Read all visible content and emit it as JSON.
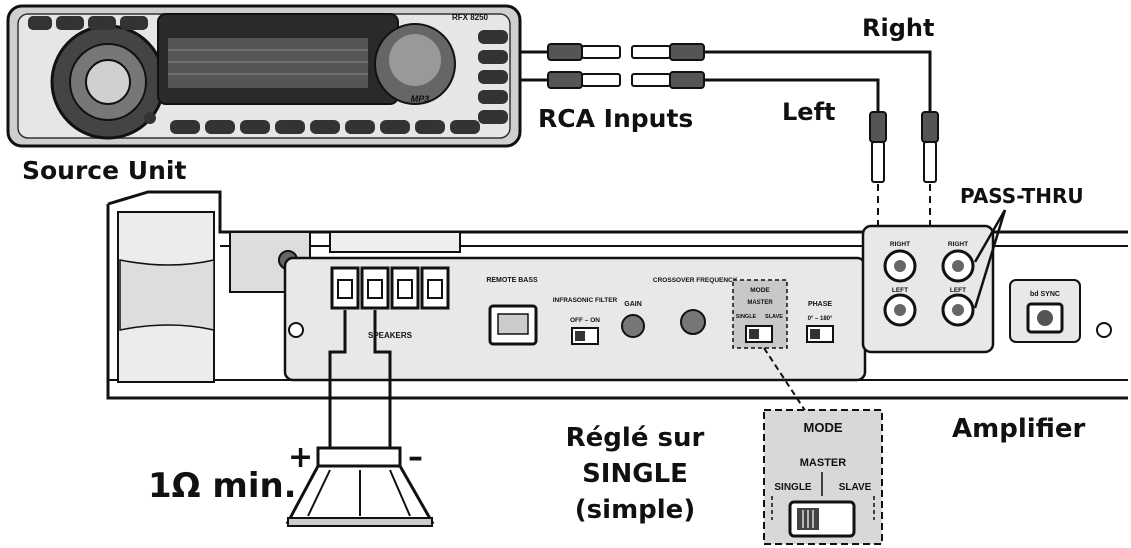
{
  "labels": {
    "source_unit": "Source Unit",
    "rca_inputs": "RCA Inputs",
    "right": "Right",
    "left": "Left",
    "pass_thru": "PASS-THRU",
    "amplifier": "Amplifier",
    "impedance": "1Ω min.",
    "plus": "+",
    "minus": "–",
    "caption_line1": "Réglé sur",
    "caption_line2": "SINGLE",
    "caption_line3": "(simple)"
  },
  "amp_panel": {
    "speakers": "SPEAKERS",
    "remote_bass": "REMOTE BASS",
    "infrasonic_filter": "INFRASONIC FILTER",
    "infrasonic_off_on": "OFF – ON",
    "gain": "GAIN",
    "crossover_frequency": "CROSSOVER FREQUENCY",
    "mode": "MODE",
    "master": "MASTER",
    "single": "SINGLE",
    "slave": "SLAVE",
    "phase": "PHASE",
    "phase_range": "0° – 180°",
    "right": "RIGHT",
    "left": "LEFT",
    "bd_sync": "bd SYNC"
  },
  "zoom_panel": {
    "mode": "MODE",
    "master": "MASTER",
    "single": "SINGLE",
    "slave": "SLAVE"
  },
  "head_unit": {
    "model": "RFX 8250",
    "badge": "MP3"
  }
}
